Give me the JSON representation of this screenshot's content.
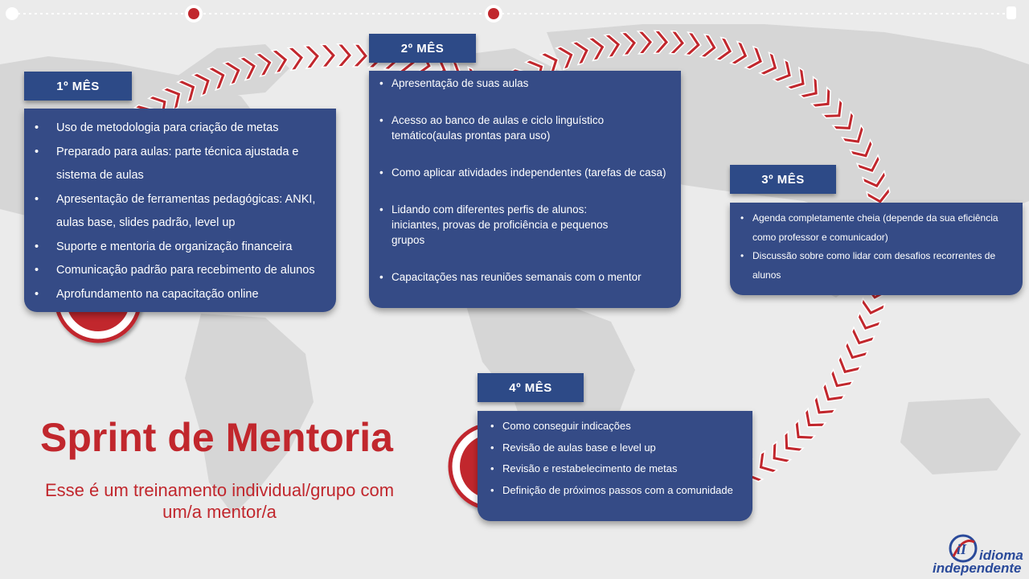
{
  "months": [
    {
      "label": "1º MÊS",
      "items": [
        "Uso de metodologia para criação de metas",
        "Preparado para aulas: parte técnica ajustada e sistema de aulas",
        "Apresentação de ferramentas pedagógicas: ANKI, aulas base, slides padrão, level up",
        "Suporte e mentoria de organização financeira",
        "Comunicação padrão para recebimento de alunos",
        "Aprofundamento na capacitação online"
      ]
    },
    {
      "label": "2º MÊS",
      "items": [
        "Apresentação de suas aulas",
        "Acesso ao banco de aulas e ciclo linguístico temático(aulas prontas para uso)",
        "Como aplicar atividades independentes (tarefas de casa)",
        "Lidando com diferentes perfis de alunos: iniciantes, provas de proficiência e pequenos grupos",
        "Capacitações nas reuniões semanais com o mentor"
      ]
    },
    {
      "label": "3º MÊS",
      "items": [
        "Agenda completamente cheia (depende da sua eficiência como professor e comunicador)",
        "Discussão sobre como lidar com desafios recorrentes de alunos"
      ]
    },
    {
      "label": "4º MÊS",
      "items": [
        "Como conseguir indicações",
        "Revisão de aulas base e level up",
        "Revisão e restabelecimento de metas",
        "Definição de próximos passos com a comunidade"
      ]
    }
  ],
  "title": "Sprint de Mentoria",
  "subtitle": "Esse é um treinamento individual/grupo com um/a mentor/a",
  "logo": {
    "line1": "idioma",
    "line2": "independente"
  },
  "colors": {
    "card": "#354b86",
    "tab": "#2d4a87",
    "accent": "#c1272d",
    "logo": "#2a4a9a"
  }
}
